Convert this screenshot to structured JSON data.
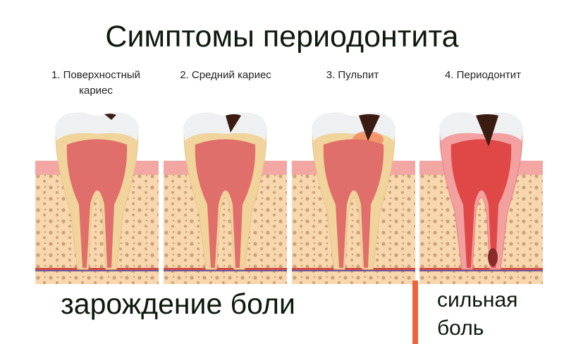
{
  "title": "Симптомы периодонтита",
  "stages": [
    {
      "label_line1": "1. Поверхностный",
      "label_line2": "кариес",
      "caries": "small"
    },
    {
      "label_line1": "2. Средний кариес",
      "label_line2": "",
      "caries": "medium"
    },
    {
      "label_line1": "3. Пульпит",
      "label_line2": "",
      "caries": "deep"
    },
    {
      "label_line1": "4. Периодонтит",
      "label_line2": "",
      "caries": "abscess"
    }
  ],
  "pain": {
    "start": "зарождение боли",
    "strong_line1": "сильная",
    "strong_line2": "боль"
  },
  "colors": {
    "gum": "#f2a7a3",
    "bone": "#f8d7ae",
    "bone_dots": "#c9a27a",
    "enamel": "#eef0f2",
    "dentin": "#f1d49c",
    "pulp": "#e06e6a",
    "caries": "#3b1c12",
    "accent_bar": "#f0643c"
  }
}
